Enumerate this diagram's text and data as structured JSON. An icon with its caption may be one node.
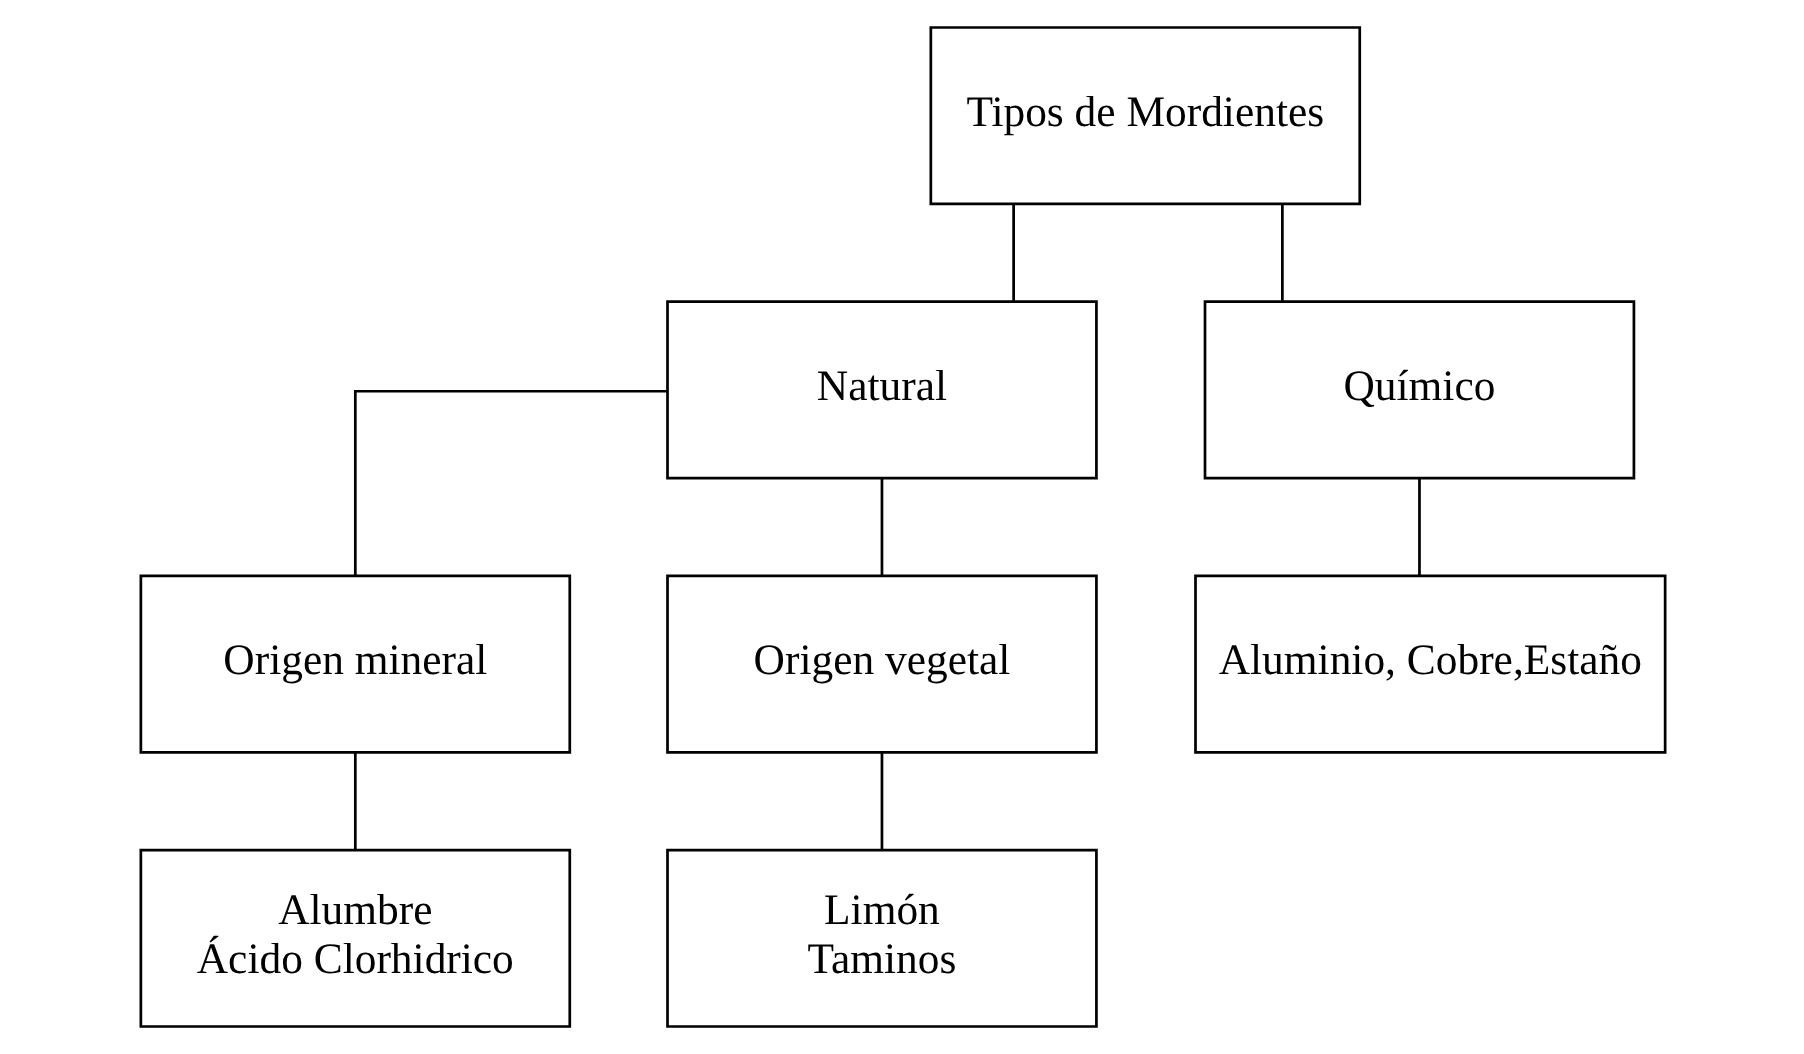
{
  "diagram": {
    "nodes": [
      {
        "text": [
          "Tipos de Mordientes"
        ]
      },
      {
        "text": [
          "Natural"
        ]
      },
      {
        "text": [
          "Químico"
        ]
      },
      {
        "text": [
          "Origen mineral"
        ]
      },
      {
        "text": [
          "Origen vegetal"
        ]
      },
      {
        "text": [
          "Aluminio, Cobre,Estaño"
        ]
      },
      {
        "text": [
          "Alumbre",
          "Ácido Clorhidrico"
        ]
      },
      {
        "text": [
          "Limón",
          "Taminos"
        ]
      }
    ],
    "edges": [
      {
        "from": 0,
        "to": 1,
        "arrow": "none"
      },
      {
        "from": 0,
        "to": 2,
        "arrow": "none"
      },
      {
        "from": 1,
        "to": 3,
        "arrow": "none"
      },
      {
        "from": 1,
        "to": 4,
        "arrow": "none"
      },
      {
        "from": 2,
        "to": 5,
        "arrow": "none"
      },
      {
        "from": 3,
        "to": 6,
        "arrow": "none"
      },
      {
        "from": 4,
        "to": 7,
        "arrow": "none"
      }
    ]
  }
}
